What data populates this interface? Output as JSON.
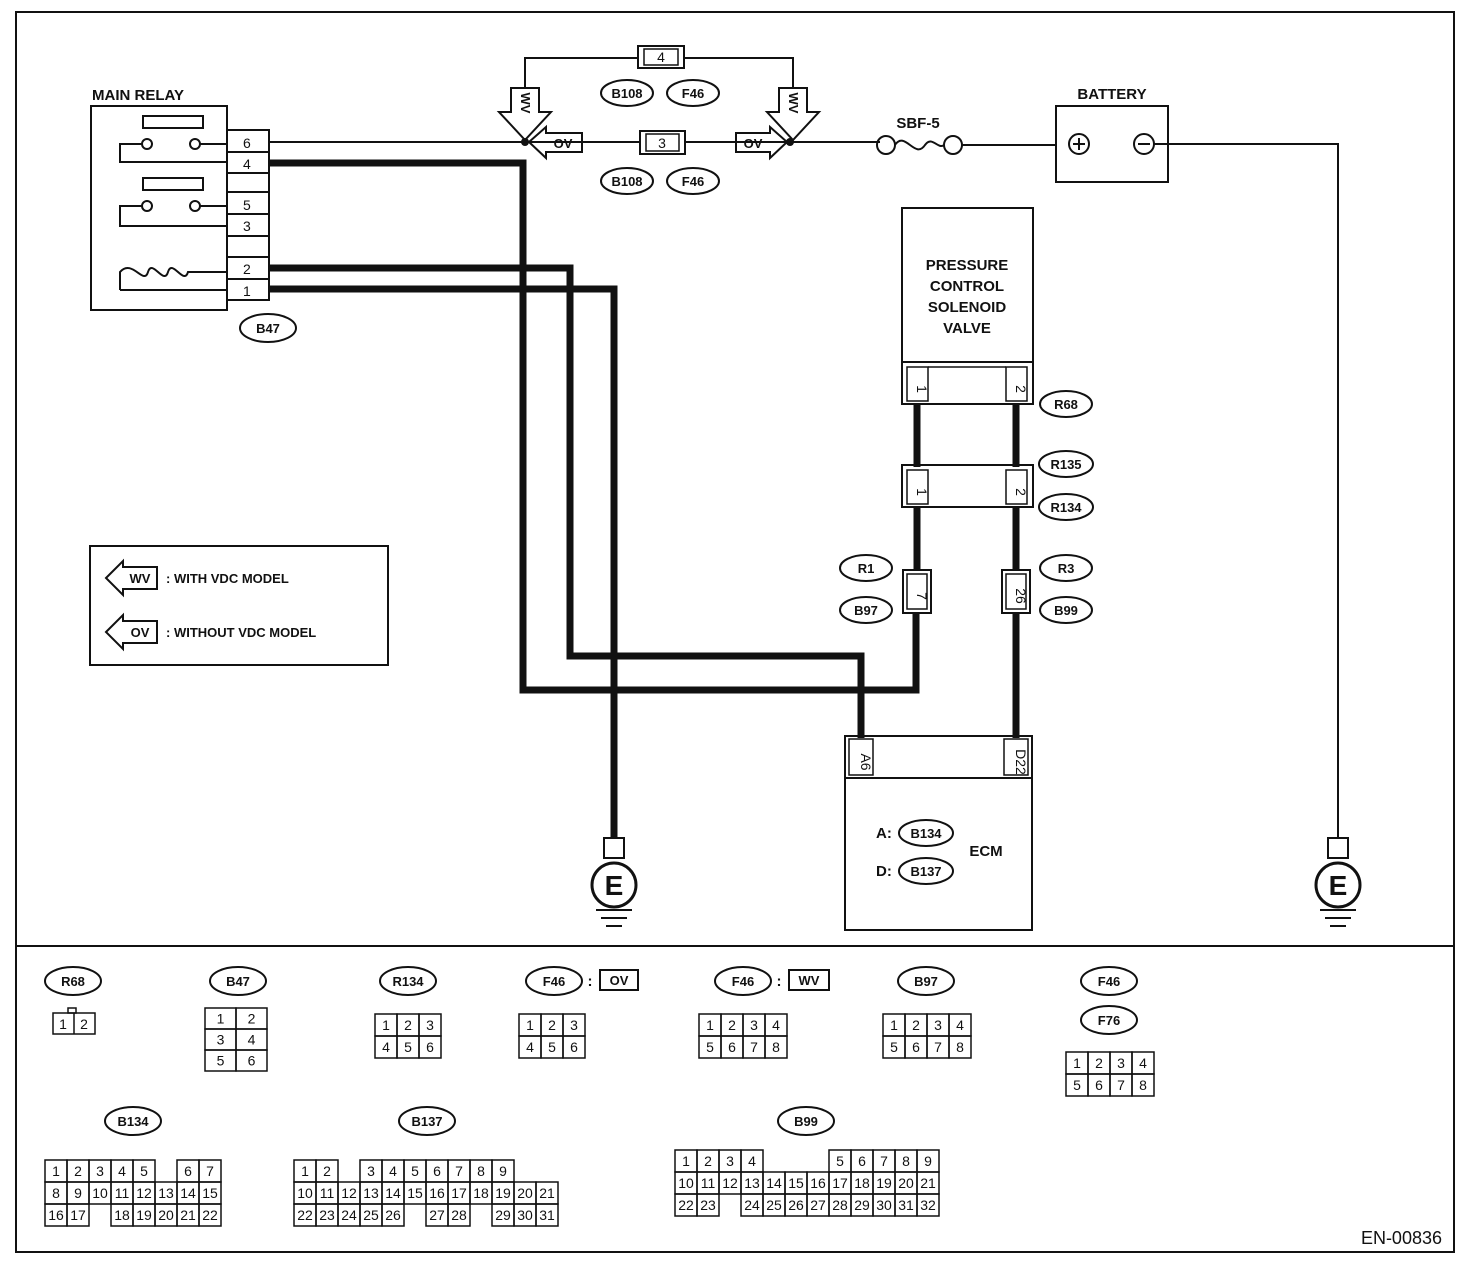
{
  "components": {
    "main_relay": "MAIN RELAY",
    "battery": "BATTERY",
    "fuse": "SBF-5",
    "solenoid": [
      "PRESSURE",
      "CONTROL",
      "SOLENOID",
      "VALVE"
    ],
    "ecm": "ECM",
    "ground": "E"
  },
  "legend": {
    "wv_tag": "WV",
    "wv_text": ": WITH VDC MODEL",
    "ov_tag": "OV",
    "ov_text": ": WITHOUT VDC MODEL"
  },
  "connectors": {
    "b47": "B47",
    "b108": "B108",
    "f46": "F46",
    "r68": "R68",
    "r135": "R135",
    "r134": "R134",
    "r1": "R1",
    "b97": "B97",
    "r3": "R3",
    "b99": "B99",
    "b134": "B134",
    "b137": "B137",
    "ecm_a": "A:",
    "ecm_d": "D:"
  },
  "relay_pins": [
    "6",
    "4",
    "5",
    "3",
    "2",
    "1"
  ],
  "junction_pins": {
    "top": "4",
    "mid": "3"
  },
  "solenoid_pins": [
    "1",
    "2"
  ],
  "b97_pin": "7",
  "b99_pin": "26",
  "ecm_pins": {
    "a": "A6",
    "d": "D22"
  },
  "views": {
    "r68": "R68",
    "b47": "B47",
    "r134": "R134",
    "f46_ov": "F46",
    "ov": "OV",
    "f46_wv": "F46",
    "wv": "WV",
    "b97": "B97",
    "f46": "F46",
    "f76": "F76",
    "b134": "B134",
    "b137": "B137",
    "b99": "B99"
  },
  "doc_id": "EN-00836"
}
